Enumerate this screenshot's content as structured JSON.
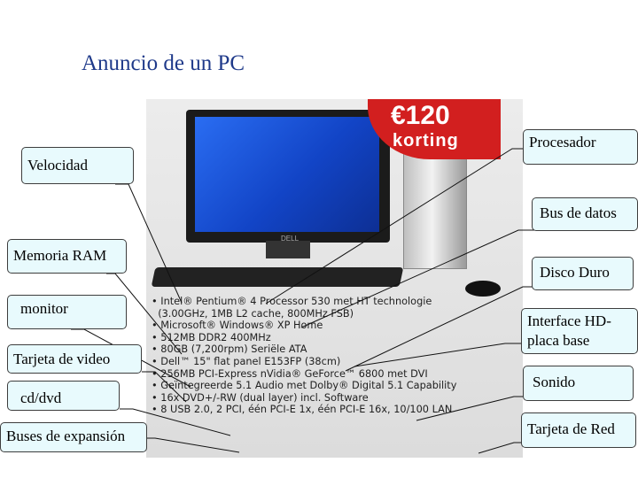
{
  "title": "Anuncio de un PC",
  "ad": {
    "price": "€120",
    "badge": "korting",
    "brand": "DELL",
    "specs": [
      "Intel® Pentium® 4 Processor 530 met HT technologie",
      "(3.00GHz, 1MB L2 cache, 800MHz FSB)",
      "Microsoft® Windows® XP Home",
      "512MB DDR2 400MHz",
      "80GB (7,200rpm) Seriële ATA",
      "Dell™ 15\" flat panel E153FP (38cm)",
      "256MB PCI-Express nVidia® GeForce™ 6800 met DVI",
      "Geïntegreerde 5.1 Audio met Dolby® Digital 5.1 Capability",
      "16x DVD+/-RW (dual layer) incl. Software",
      "8 USB 2.0, 2 PCI, één PCI-E 1x, één PCI-E 16x, 10/100 LAN"
    ]
  },
  "labels": {
    "velocidad": "Velocidad",
    "memoria": "Memoria RAM",
    "monitor": "monitor",
    "video": "Tarjeta de video",
    "cddvd": "cd/dvd",
    "buses": "Buses de expansión",
    "procesador": "Procesador",
    "bus_datos": "Bus de datos",
    "disco": "Disco Duro",
    "interface": "Interface HD-placa base",
    "sonido": "Sonido",
    "red": "Tarjeta de Red"
  }
}
